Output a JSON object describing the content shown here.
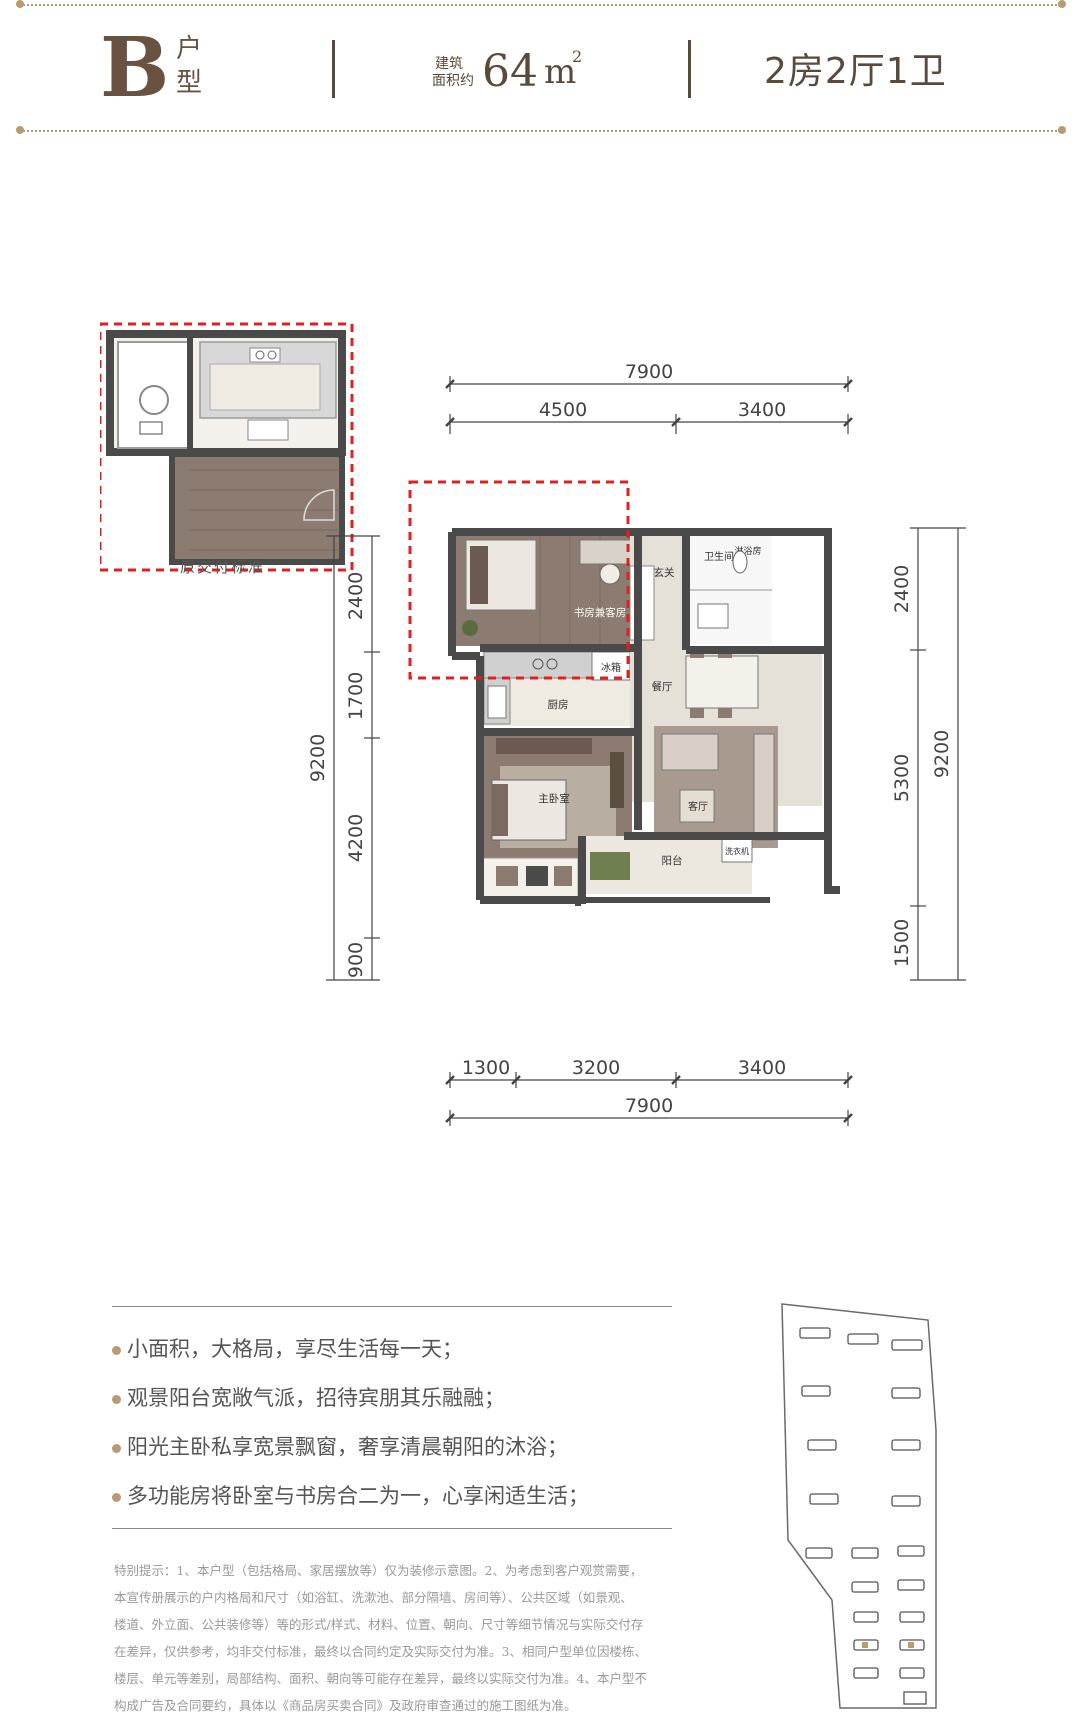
{
  "header": {
    "type_letter": "B",
    "type_char1": "户",
    "type_char2": "型",
    "area_label_1": "建筑",
    "area_label_2": "面积约",
    "area_value": "64",
    "area_unit": "m",
    "area_sup": "2",
    "layout": "2房2厅1卫"
  },
  "original_plan": {
    "caption": "原交付标准"
  },
  "dimensions": {
    "top_total": "7900",
    "top_left": "4500",
    "top_right": "3400",
    "left_total": "9200",
    "left_1": "2400",
    "left_2": "1700",
    "left_3": "4200",
    "left_4": "900",
    "right_total": "9200",
    "right_1": "2400",
    "right_2": "5300",
    "right_3": "1500",
    "bottom_1": "1300",
    "bottom_2": "3200",
    "bottom_3": "3400",
    "bottom_total": "7900"
  },
  "rooms": {
    "study": "书房兼客房",
    "shower": "淋浴房",
    "bathroom": "卫生间",
    "entry": "玄关",
    "fridge": "冰箱",
    "kitchen": "厨房",
    "dining": "餐厅",
    "master": "主卧室",
    "living": "客厅",
    "balcony": "阳台",
    "washer": "洗衣机"
  },
  "features": [
    "小面积，大格局，享尽生活每一天；",
    "观景阳台宽敞气派，招待宾朋其乐融融；",
    "阳光主卧私享宽景飘窗，奢享清晨朝阳的沐浴；",
    "多功能房将卧室与书房合二为一，心享闲适生活；"
  ],
  "disclaimer": [
    "特别提示：1、本户型（包括格局、家居摆放等）仅为装修示意图。2、为考虑到客户观赏需要，",
    "本宣传册展示的户内格局和尺寸（如浴缸、洗漱池、部分隔墙、房间等）、公共区域（如景观、",
    "楼道、外立面、公共装修等）等的形式/样式、材料、位置、朝向、尺寸等细节情况与实际交付存",
    "在差异，仅供参考，均非交付标准，最终以合同约定及实际交付为准。3、相同户型单位因楼栋、",
    "楼层、单元等差别，局部结构、面积、朝向等可能存在差异，最终以实际交付为准。4、本户型不",
    "构成广告及合同要约，具体以《商品房买卖合同》及政府审查通过的施工图纸为准。"
  ],
  "colors": {
    "accent": "#b89a74",
    "text_dark": "#5a4a3a",
    "wall": "#4a4a4a",
    "floor_wood": "#8c7b70",
    "floor_tile": "#e9e4da",
    "highlight": "#e02020"
  }
}
